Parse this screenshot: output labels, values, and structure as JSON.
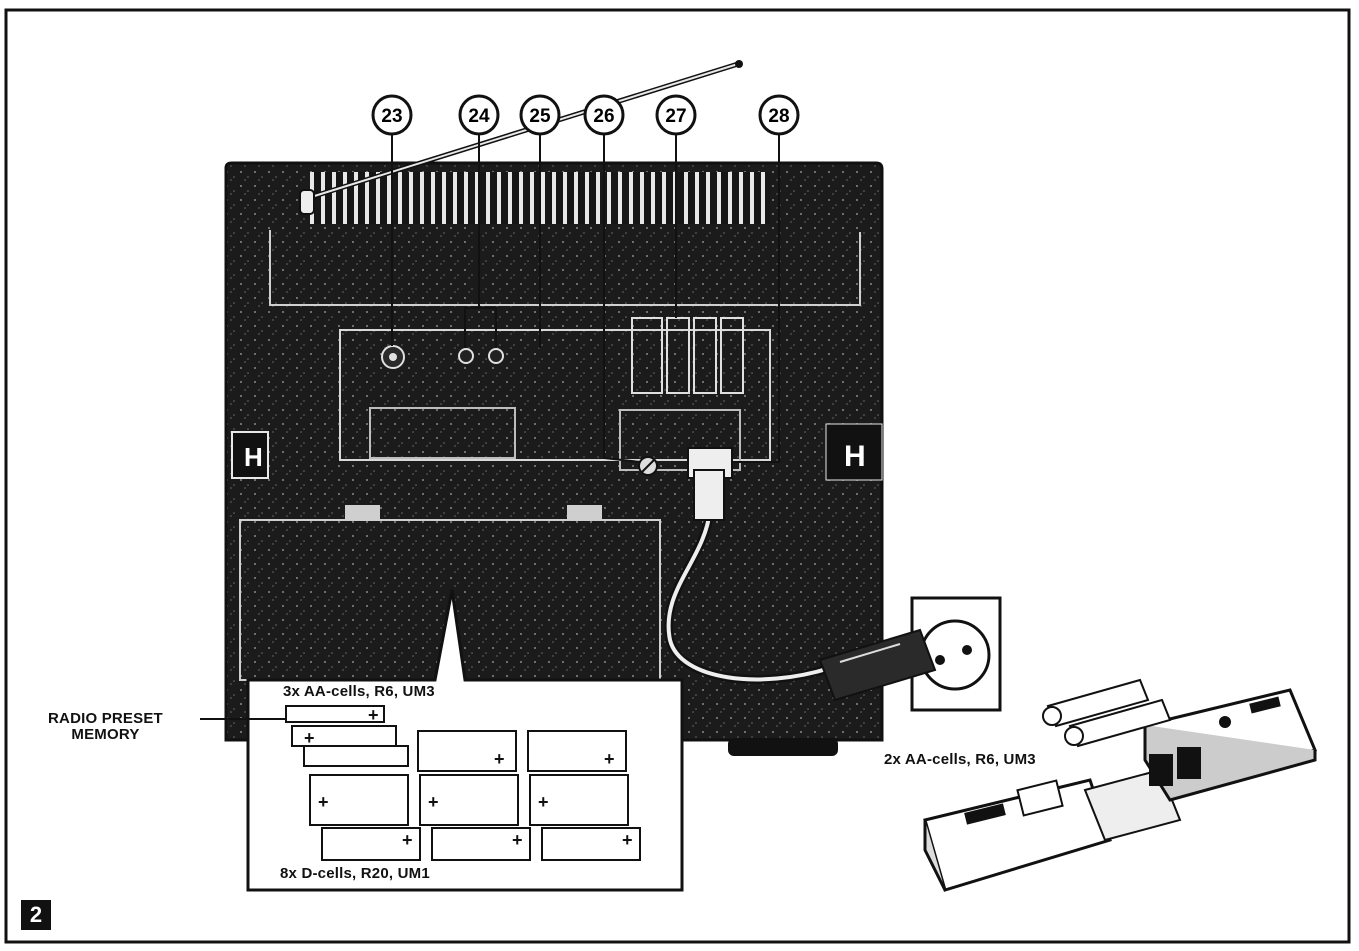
{
  "figure": {
    "badge": "2",
    "callouts": [
      "23",
      "24",
      "25",
      "26",
      "27",
      "28"
    ],
    "handle_mark": "H",
    "labels": {
      "radio_preset_line1": "RADIO PRESET",
      "radio_preset_line2": "MEMORY",
      "aa_cells_3": "3x AA-cells, R6, UM3",
      "d_cells_8": "8x D-cells, R20, UM1",
      "aa_cells_2": "2x AA-cells, R6, UM3"
    },
    "battery_polarity": "+"
  }
}
